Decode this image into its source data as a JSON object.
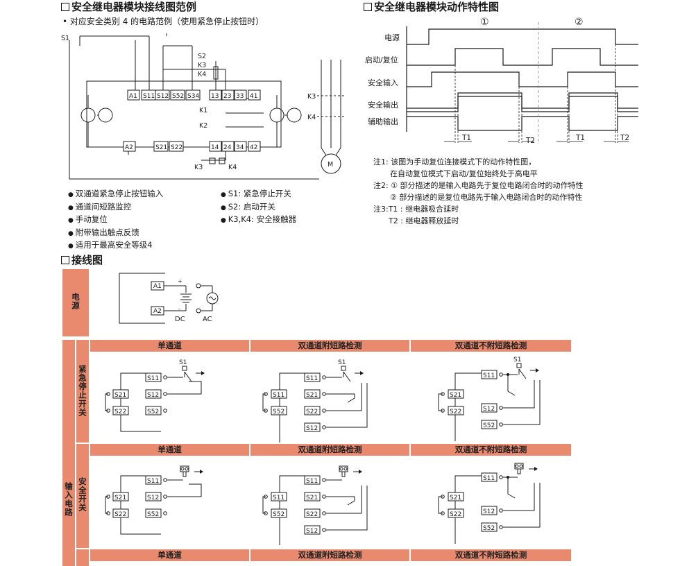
{
  "top_left": {
    "title": "安全继电器模块接线图范例",
    "subtitle": "• 对应安全类别 4 的电路范例（使用紧急停止按钮时）",
    "terminals_top": [
      "A1",
      "S11",
      "S12",
      "S52",
      "S34",
      "13",
      "23",
      "33",
      "41"
    ],
    "terminals_bottom": [
      "A2",
      "S21",
      "S22",
      "14",
      "24",
      "34",
      "42"
    ],
    "labels": {
      "s1": "S1",
      "s2": "S2",
      "k3": "K3",
      "k4": "K4",
      "k1": "K1",
      "k2": "K2",
      "motor": "M"
    },
    "features": [
      "双通道紧急停止按钮输入",
      "通道间短路监控",
      "手动复位",
      "附带输出触点反馈",
      "适用于最高安全等级4"
    ],
    "legend": [
      "S1:  紧急停止开关",
      "S2:  启动开关",
      "K3,K4:  安全接触器"
    ]
  },
  "top_right": {
    "title": "安全继电器模块动作特性图",
    "markers": [
      "①",
      "②"
    ],
    "signals": [
      "电源",
      "启动/复位",
      "安全输入",
      "安全输出",
      "辅助输出"
    ],
    "timings": [
      "T1",
      "T2",
      "T1",
      "T2"
    ],
    "notes": [
      "注1: 该图为手动复位连接模式下的动作特性图，",
      "在自动复位模式下启动/复位始终处于高电平",
      "注2: ① 部分描述的是输入电路先于复位电路闭合时的动作特性",
      "② 部分描述的是复位电路先于输入电路闭合时的动作特性",
      "注3:T1 : 继电器吸合延时",
      "T2 : 继电器释放延时"
    ]
  },
  "wiring": {
    "title": "接线图",
    "power_label": "电源",
    "dc": "DC",
    "ac": "AC",
    "input_label": "输入电路",
    "row1_label": "紧急停止开关",
    "row2_label": "安全开关",
    "col_heads": [
      "单通道",
      "双通道附短路检测",
      "双通道不附短路检测"
    ],
    "s1": "S1",
    "panels": [
      [
        "S11",
        "S12",
        "S21",
        "S22",
        "S52"
      ],
      [
        "S11",
        "S21",
        "S22",
        "S12",
        "S11",
        "S52"
      ],
      [
        "S11",
        "S12",
        "S52",
        "S21",
        "S22"
      ]
    ]
  },
  "colors": {
    "salmon": "#e98a6f",
    "line": "#1a1a1a"
  }
}
